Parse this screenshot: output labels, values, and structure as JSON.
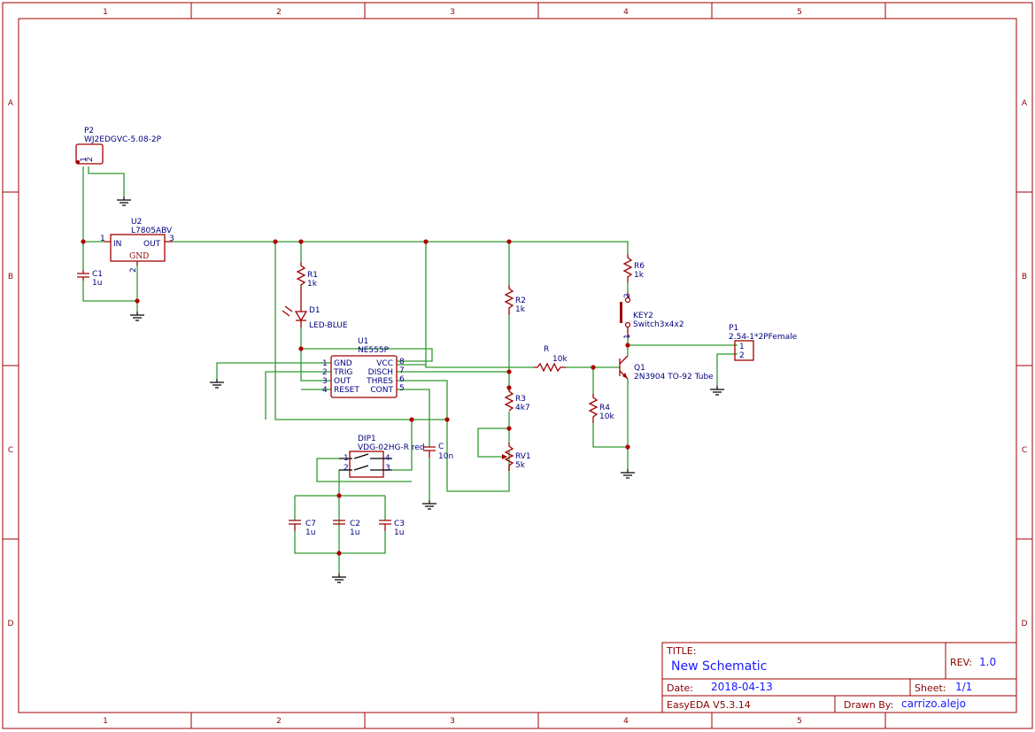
{
  "frame": {
    "columns": [
      "1",
      "2",
      "3",
      "4",
      "5"
    ],
    "rows": [
      "A",
      "B",
      "C",
      "D"
    ]
  },
  "title_block": {
    "title_key": "TITLE:",
    "title": "New Schematic",
    "rev_key": "REV:",
    "rev": "1.0",
    "date_key": "Date:",
    "date": "2018-04-13",
    "sheet_key": "Sheet:",
    "sheet": "1/1",
    "tool": "EasyEDA V5.3.14",
    "drawn_key": "Drawn By:",
    "drawn_by": "carrizo.alejo"
  },
  "components": {
    "p2": {
      "ref": "P2",
      "value": "WJ2EDGVC-5.08-2P",
      "pin1": "1",
      "pin2": "2"
    },
    "u2": {
      "ref": "U2",
      "value": "L7805ABV",
      "in": "IN",
      "out": "OUT",
      "gnd": "GND",
      "pin1": "1",
      "pin2": "2",
      "pin3": "3"
    },
    "c1": {
      "ref": "C1",
      "value": "1u"
    },
    "r1": {
      "ref": "R1",
      "value": "1k"
    },
    "d1": {
      "ref": "D1",
      "value": "LED-BLUE"
    },
    "u1": {
      "ref": "U1",
      "value": "NE555P",
      "left_pins": [
        {
          "num": "1",
          "name": "GND"
        },
        {
          "num": "2",
          "name": "TRIG"
        },
        {
          "num": "3",
          "name": "OUT"
        },
        {
          "num": "4",
          "name": "RESET"
        }
      ],
      "right_pins": [
        {
          "num": "8",
          "name": "VCC"
        },
        {
          "num": "7",
          "name": "DISCH"
        },
        {
          "num": "6",
          "name": "THRES"
        },
        {
          "num": "5",
          "name": "CONT"
        }
      ]
    },
    "r2": {
      "ref": "R2",
      "value": "1k"
    },
    "r3": {
      "ref": "R3",
      "value": "4k7"
    },
    "rv1": {
      "ref": "RV1",
      "value": "5k"
    },
    "c": {
      "ref": "C",
      "value": "10n"
    },
    "dip1": {
      "ref": "DIP1",
      "value": "VDG-02HG-R red",
      "pin1": "1",
      "pin2": "2",
      "pin3": "3",
      "pin4": "4"
    },
    "c7": {
      "ref": "C7",
      "value": "1u"
    },
    "c2": {
      "ref": "C2",
      "value": "1u"
    },
    "c3": {
      "ref": "C3",
      "value": "1u"
    },
    "r": {
      "ref": "R",
      "value": "10k"
    },
    "r4": {
      "ref": "R4",
      "value": "10k"
    },
    "r6": {
      "ref": "R6",
      "value": "1k"
    },
    "key2": {
      "ref": "KEY2",
      "value": "Switch3x4x2",
      "pin1": "1",
      "pin2": "2"
    },
    "q1": {
      "ref": "Q1",
      "value": "2N3904 TO-92 Tube"
    },
    "p1": {
      "ref": "P1",
      "value": "2.54-1*2PFemale",
      "pin1": "1",
      "pin2": "2"
    }
  }
}
